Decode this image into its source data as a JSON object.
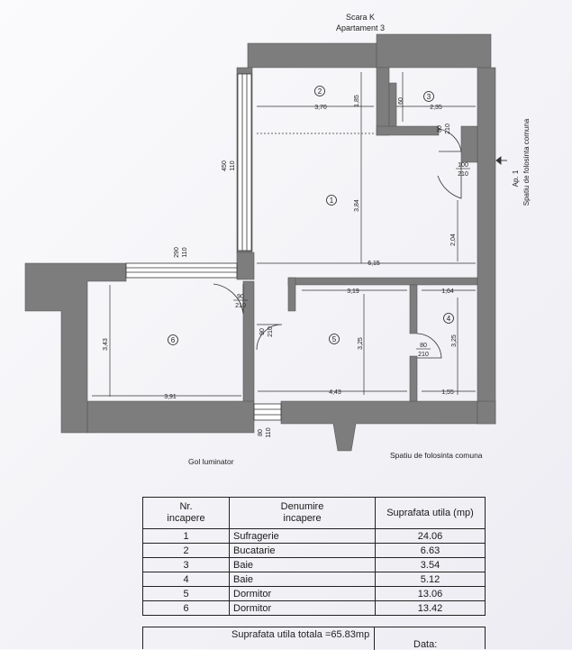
{
  "header": {
    "line1": "Scara K",
    "line2": "Apartament 3"
  },
  "rooms_on_plan": [
    "1",
    "2",
    "3",
    "4",
    "5",
    "6"
  ],
  "dimensions": {
    "w_3_70": "3,70",
    "w_2_35": "2,35",
    "h_1_85": "1,85",
    "h_60": "60",
    "h_3_84": "3,84",
    "w_6_15": "6,15",
    "w_3_19": "3,19",
    "w_1_64": "1,64",
    "h_2_04": "2,04",
    "h_3_43": "3,43",
    "h_3_25_a": "3,25",
    "h_3_25_b": "3,25",
    "w_3_91": "3,91",
    "w_4_43": "4,43",
    "w_1_55": "1,55"
  },
  "doors": {
    "d_100_210": {
      "w": "100",
      "h": "210"
    },
    "d_90_210_a": {
      "w": "90",
      "h": "210"
    },
    "d_90_210_b": {
      "w": "90",
      "h": "210"
    },
    "d_80_210_a": {
      "w": "80",
      "h": "210"
    },
    "d_80_210_b": {
      "w": "80",
      "h": "210"
    }
  },
  "windows": {
    "w_450_110": {
      "w": "450",
      "h": "110"
    },
    "w_290_110": {
      "w": "290",
      "h": "110"
    },
    "w_80_110": {
      "w": "80",
      "h": "110"
    }
  },
  "labels": {
    "ap1": "Ap. 1",
    "spatiu_right": "Spatiu de folosinta comuna",
    "gol": "Gol luminator",
    "spatiu_bottom": "Spatiu de folosinta comuna"
  },
  "table": {
    "headers": {
      "nr": "Nr.\nincapere",
      "denumire": "Denumire\nincapere",
      "suprafata": "Suprafata utila (mp)"
    },
    "rows": [
      {
        "nr": "1",
        "name": "Sufragerie",
        "area": "24.06"
      },
      {
        "nr": "2",
        "name": "Bucatarie",
        "area": "6.63"
      },
      {
        "nr": "3",
        "name": "Baie",
        "area": "3.54"
      },
      {
        "nr": "4",
        "name": "Baie",
        "area": "5.12"
      },
      {
        "nr": "5",
        "name": "Dormitor",
        "area": "13.06"
      },
      {
        "nr": "6",
        "name": "Dormitor",
        "area": "13.42"
      }
    ],
    "total": "Suprafata utila totala =65.83mp",
    "data_label": "Data:"
  },
  "colors": {
    "wall": "#7d7d7d",
    "line": "#222222",
    "paper": "#f6f6f9"
  }
}
